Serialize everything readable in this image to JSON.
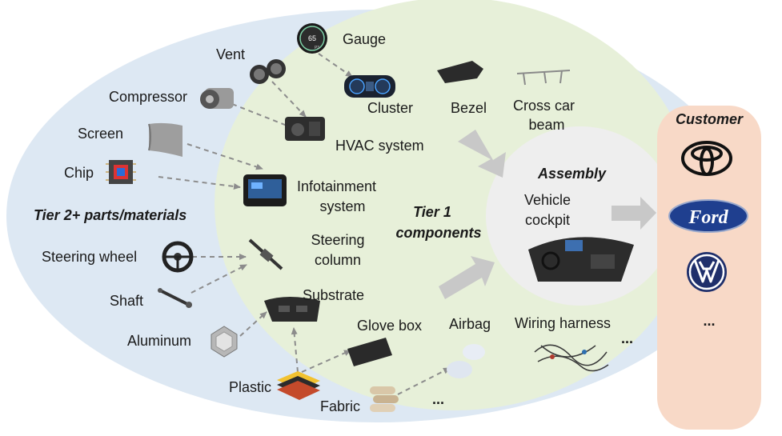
{
  "tier2": {
    "title": "Tier 2+ parts/materials",
    "items": {
      "gauge": "Gauge",
      "vent": "Vent",
      "compressor": "Compressor",
      "screen": "Screen",
      "chip": "Chip",
      "steering_wheel": "Steering wheel",
      "shaft": "Shaft",
      "aluminum": "Aluminum",
      "plastic": "Plastic",
      "fabric": "Fabric"
    },
    "more": "..."
  },
  "tier1": {
    "title_line1": "Tier 1",
    "title_line2": "components",
    "items": {
      "cluster": "Cluster",
      "bezel": "Bezel",
      "cross_car_beam_l1": "Cross car",
      "cross_car_beam_l2": "beam",
      "hvac": "HVAC system",
      "infotainment_l1": "Infotainment",
      "infotainment_l2": "system",
      "steering_column_l1": "Steering",
      "steering_column_l2": "column",
      "substrate": "Substrate",
      "glove_box": "Glove box",
      "airbag": "Airbag",
      "wiring_harness": "Wiring harness"
    },
    "more": "...",
    "more2": "..."
  },
  "assembly": {
    "title": "Assembly",
    "line1": "Vehicle",
    "line2": "cockpit"
  },
  "customer": {
    "title": "Customer",
    "logos": [
      "Toyota logo",
      "Ford",
      "Volkswagen logo"
    ],
    "ford_text": "Ford",
    "more": "..."
  },
  "gauge_readout": {
    "value": "65",
    "unit": "P3"
  },
  "colors": {
    "outer_ellipse": "#dde8f3",
    "tier1_ellipse": "#e7f0d9",
    "assembly_ellipse": "#eeeeee",
    "customer_panel": "#f8d9c7",
    "big_arrow": "#c8c8c8",
    "dashed_arrow": "#8c8c8c",
    "ford_blue": "#1f3f8f"
  }
}
